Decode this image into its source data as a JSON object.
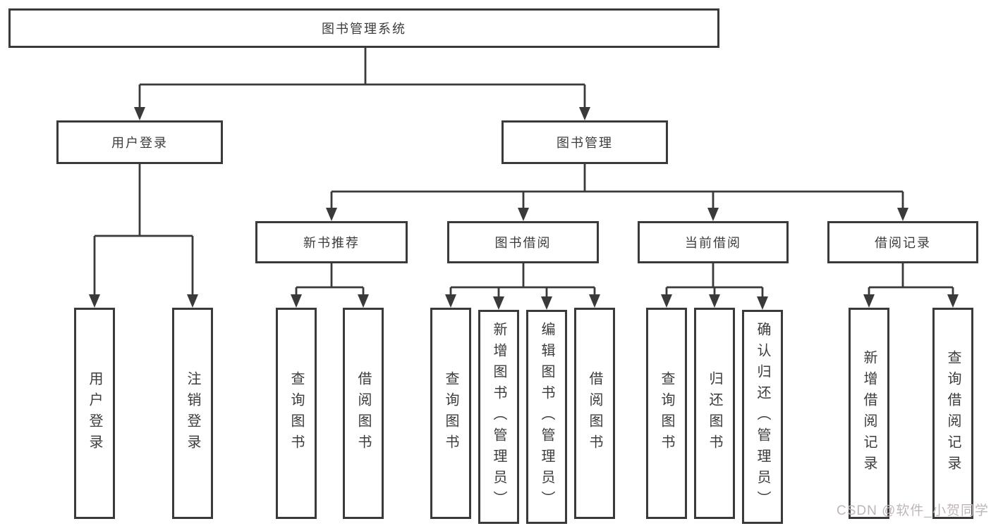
{
  "diagram": {
    "root": {
      "label": "图书管理系统"
    },
    "user_login": {
      "label": "用户登录",
      "children": {
        "login": {
          "label": "用户登录"
        },
        "logout": {
          "label": "注销登录"
        }
      }
    },
    "book_mgmt": {
      "label": "图书管理",
      "groups": {
        "new_book": {
          "label": "新书推荐",
          "children": {
            "query": {
              "label": "查询图书"
            },
            "borrow": {
              "label": "借阅图书"
            }
          }
        },
        "book_borrow": {
          "label": "图书借阅",
          "children": {
            "query": {
              "label": "查询图书"
            },
            "add": {
              "label": "新增图书（管理员）"
            },
            "edit": {
              "label": "编辑图书（管理员）"
            },
            "borrow": {
              "label": "借阅图书"
            }
          }
        },
        "current_borrow": {
          "label": "当前借阅",
          "children": {
            "query": {
              "label": "查询图书"
            },
            "return": {
              "label": "归还图书"
            },
            "confirm": {
              "label": "确认归还（管理员）"
            }
          }
        },
        "borrow_record": {
          "label": "借阅记录",
          "children": {
            "add": {
              "label": "新增借阅记录"
            },
            "query": {
              "label": "查询借阅记录"
            }
          }
        }
      }
    }
  },
  "watermark": {
    "text": "CSDN @软件_小贺同学"
  },
  "colors": {
    "line": "#3a3a3a",
    "text": "#3c3c3c",
    "background": "#ffffff",
    "watermark": "#c0b6b8"
  }
}
